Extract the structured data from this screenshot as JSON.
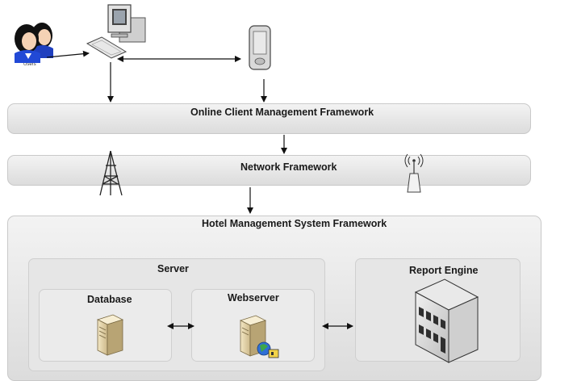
{
  "layers": {
    "client": "Online Client Management Framework",
    "network": "Network Framework",
    "hotel": "Hotel Management System Framework"
  },
  "hotel": {
    "server": {
      "title": "Server",
      "database": "Database",
      "webserver": "Webserver"
    },
    "report_engine": "Report Engine"
  },
  "users_caption": "Users",
  "icons": [
    "users-icon",
    "desktop-computer-icon",
    "mobile-device-icon",
    "cell-tower-icon",
    "wireless-router-icon",
    "database-server-icon",
    "web-server-icon",
    "building-icon"
  ]
}
